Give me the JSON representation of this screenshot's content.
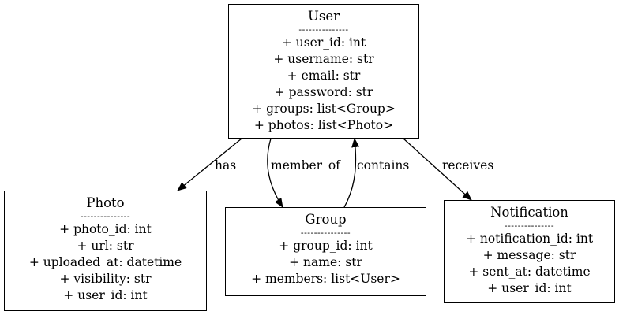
{
  "nodes": {
    "user": {
      "title": "User",
      "separator": "---------------",
      "fields": [
        "+ user_id: int",
        "+ username: str",
        "+ email: str",
        "+ password: str",
        "+ groups: list<Group>",
        "+ photos: list<Photo>"
      ]
    },
    "photo": {
      "title": "Photo",
      "separator": "---------------",
      "fields": [
        "+ photo_id: int",
        "+ url: str",
        "+ uploaded_at: datetime",
        "+ visibility: str",
        "+ user_id: int"
      ]
    },
    "group": {
      "title": "Group",
      "separator": "---------------",
      "fields": [
        "+ group_id: int",
        "+ name: str",
        "+ members: list<User>"
      ]
    },
    "notification": {
      "title": "Notification",
      "separator": "---------------",
      "fields": [
        "+ notification_id: int",
        "+ message: str",
        "+ sent_at: datetime",
        "+ user_id: int"
      ]
    }
  },
  "edges": {
    "has": "has",
    "member_of": "member_of",
    "contains": "contains",
    "receives": "receives"
  }
}
